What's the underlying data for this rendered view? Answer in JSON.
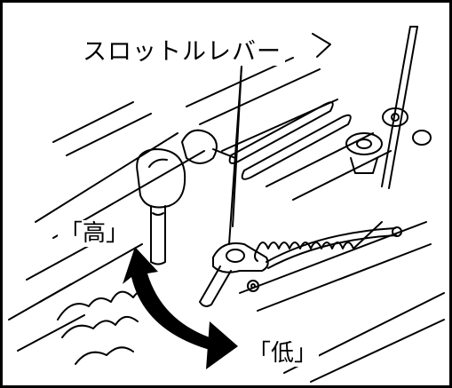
{
  "labels": {
    "throttle_lever": "スロットルレバー",
    "high": "「高」",
    "low": "「低」"
  },
  "colors": {
    "line": "#000000",
    "background": "#ffffff"
  }
}
